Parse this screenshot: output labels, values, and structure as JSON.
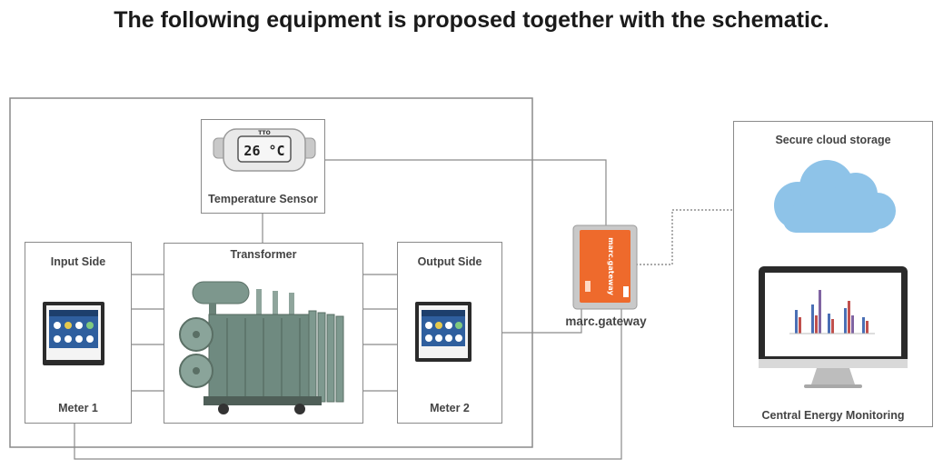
{
  "title": "The following equipment is proposed together with the schematic.",
  "nodes": {
    "temperature_sensor": {
      "label": "Temperature Sensor",
      "display": "26 °C",
      "brand": "TTO"
    },
    "transformer": {
      "label": "Transformer"
    },
    "input_side": {
      "label": "Input Side",
      "meter": "Meter 1"
    },
    "output_side": {
      "label": "Output Side",
      "meter": "Meter 2"
    },
    "gateway": {
      "label": "marc.gateway"
    },
    "cloud": {
      "label": "Secure cloud storage"
    },
    "monitoring": {
      "label": "Central Energy Monitoring"
    }
  },
  "colors": {
    "border": "#8a8a8a",
    "gateway": "#ee6a2c",
    "cloud": "#8ec3e8",
    "transformer": "#6f8a80",
    "meter_screen": "#2f5f9e"
  }
}
